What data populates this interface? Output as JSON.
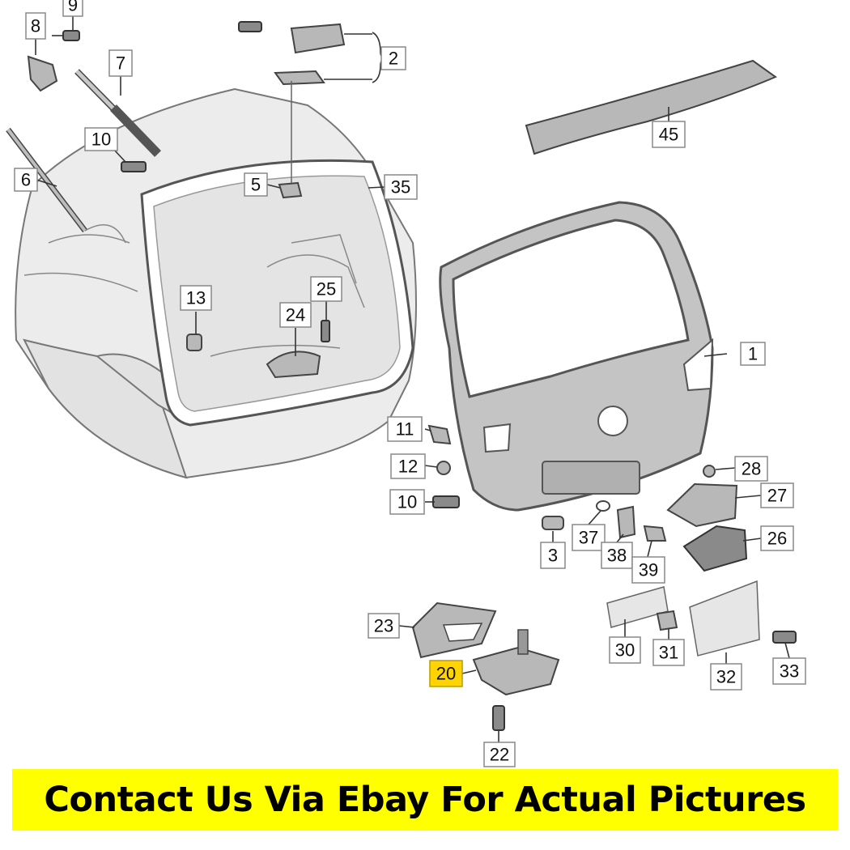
{
  "banner": {
    "text": "Contact Us Via Ebay For Actual Pictures",
    "background": "#ffff00"
  },
  "highlight_color": "#ffd400",
  "callouts": [
    {
      "id": "c1",
      "label": "1"
    },
    {
      "id": "c2",
      "label": "2"
    },
    {
      "id": "c3",
      "label": "3"
    },
    {
      "id": "c5",
      "label": "5"
    },
    {
      "id": "c6",
      "label": "6"
    },
    {
      "id": "c7",
      "label": "7"
    },
    {
      "id": "c8",
      "label": "8"
    },
    {
      "id": "c9",
      "label": "9"
    },
    {
      "id": "c10a",
      "label": "10"
    },
    {
      "id": "c10b",
      "label": "10"
    },
    {
      "id": "c11",
      "label": "11"
    },
    {
      "id": "c12",
      "label": "12"
    },
    {
      "id": "c13",
      "label": "13"
    },
    {
      "id": "c20",
      "label": "20",
      "highlighted": true
    },
    {
      "id": "c22",
      "label": "22"
    },
    {
      "id": "c23",
      "label": "23"
    },
    {
      "id": "c24",
      "label": "24"
    },
    {
      "id": "c25",
      "label": "25"
    },
    {
      "id": "c26",
      "label": "26"
    },
    {
      "id": "c27",
      "label": "27"
    },
    {
      "id": "c28",
      "label": "28"
    },
    {
      "id": "c30",
      "label": "30"
    },
    {
      "id": "c31",
      "label": "31"
    },
    {
      "id": "c32",
      "label": "32"
    },
    {
      "id": "c33",
      "label": "33"
    },
    {
      "id": "c35",
      "label": "35"
    },
    {
      "id": "c37",
      "label": "37"
    },
    {
      "id": "c38",
      "label": "38"
    },
    {
      "id": "c39",
      "label": "39"
    },
    {
      "id": "c45",
      "label": "45"
    }
  ]
}
